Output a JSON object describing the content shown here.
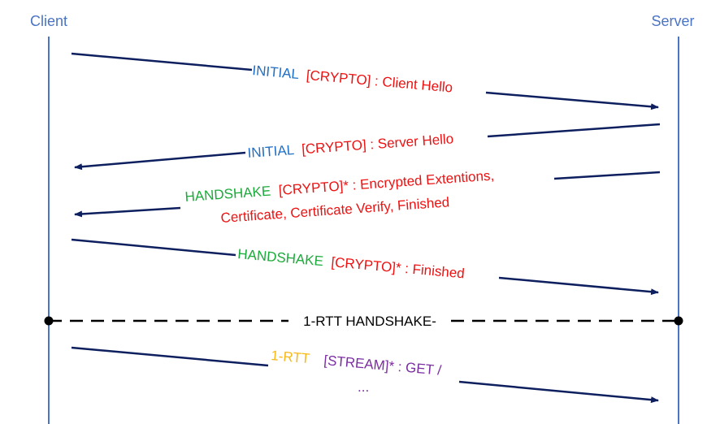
{
  "participants": {
    "client": "Client",
    "server": "Server"
  },
  "colors": {
    "lifeline": "#4a74c4",
    "arrow": "#0d1f5e",
    "initial": "#1f6fc6",
    "crypto": "#ee1111",
    "handshake": "#1bab3a",
    "rtt": "#f6b81a",
    "stream": "#7a2ea0",
    "divider": "#000000"
  },
  "messages": [
    {
      "direction": "client-to-server",
      "line1": {
        "type": "INITIAL",
        "payload": "[CRYPTO] : Client Hello"
      }
    },
    {
      "direction": "server-to-client",
      "line1": {
        "type": "INITIAL",
        "payload": "[CRYPTO] : Server Hello"
      }
    },
    {
      "direction": "server-to-client",
      "line1": {
        "type": "HANDSHAKE",
        "payload": "[CRYPTO]* : Encrypted Extentions,"
      },
      "line2": "Certificate, Certificate Verify, Finished"
    },
    {
      "direction": "client-to-server",
      "line1": {
        "type": "HANDSHAKE",
        "payload": "[CRYPTO]* : Finished"
      }
    }
  ],
  "divider": {
    "label": "1-RTT HANDSHAKE-"
  },
  "rtt_message": {
    "direction": "client-to-server",
    "type": "1-RTT",
    "payload": "[STREAM]* : GET /",
    "continuation": "..."
  }
}
